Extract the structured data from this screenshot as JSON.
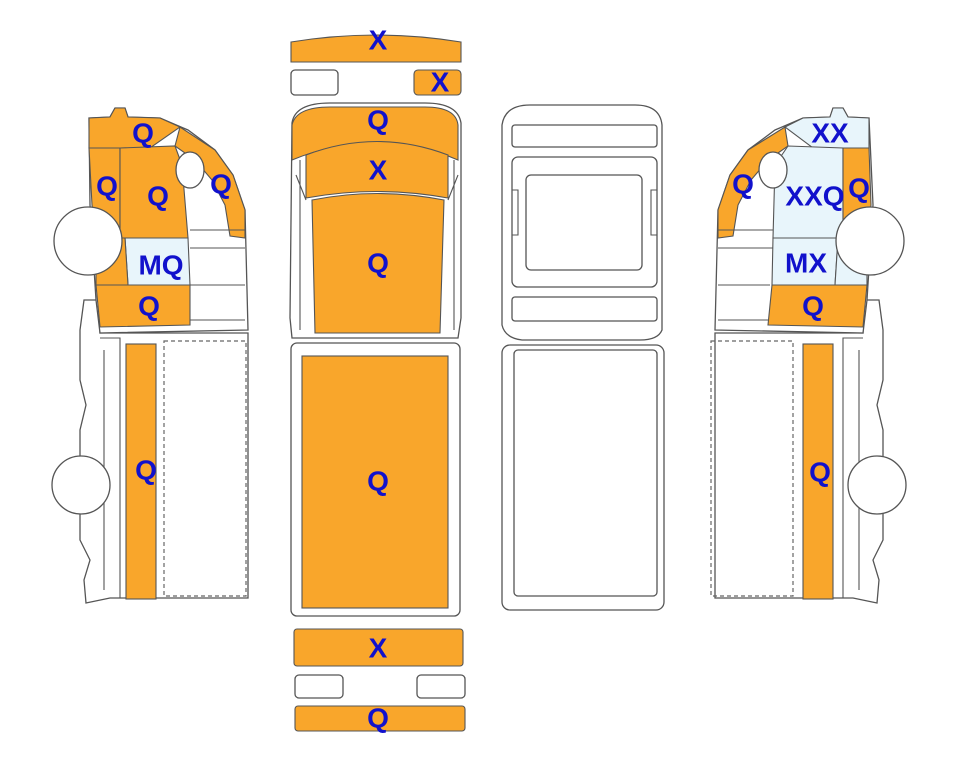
{
  "colors": {
    "damage_fill": "#F9A62B",
    "glass_fill": "#E8F5FB",
    "label_color": "#1111CC",
    "outline": "#555555"
  },
  "views": {
    "left_side": {
      "labels": [
        "Q",
        "Q",
        "Q",
        "Q",
        "MQ",
        "Q",
        "Q"
      ]
    },
    "top": {
      "labels": [
        "X",
        "X",
        "Q",
        "X",
        "Q",
        "Q",
        "X",
        "Q"
      ]
    },
    "underside": {
      "labels": []
    },
    "right_side": {
      "labels": [
        "XX",
        "Q",
        "XXQ",
        "Q",
        "MX",
        "Q",
        "Q"
      ]
    }
  }
}
